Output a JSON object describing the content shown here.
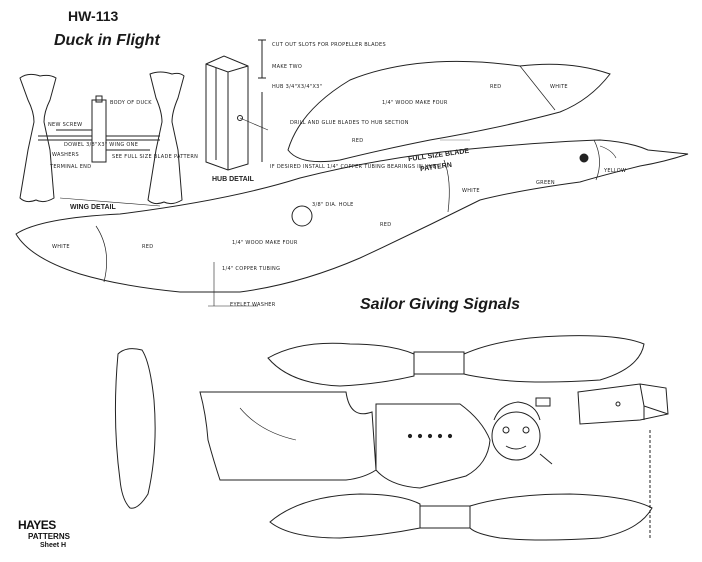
{
  "header": {
    "code": "HW-113",
    "title_duck": "Duck in Flight",
    "title_sailor": "Sailor Giving Signals"
  },
  "labels": {
    "wing_detail": "WING DETAIL",
    "hub_detail": "HUB DETAIL",
    "full_size_blade": "FULL SIZE BLADE",
    "pattern": "PATTERN",
    "new_screw": "NEW SCREW",
    "body_of_duck": "BODY OF DUCK",
    "dowel": "DOWEL 3/8\"X3\" WING ONE",
    "washers": "WASHERS",
    "see_full_size": "SEE FULL SIZE BLADE PATTERN",
    "terminal": "TERMINAL END",
    "cut_out_slots": "CUT OUT SLOTS FOR PROPELLER BLADES",
    "make_two": "MAKE TWO",
    "hub_size": "HUB 3/4\"X3/4\"X3\"",
    "drill_glue": "DRILL AND GLUE BLADES TO HUB SECTION",
    "if_desired": "IF DESIRED INSTALL 1/4\" COPPER TUBING BEARINGS IN HUB",
    "quarter_wood": "1/4\" WOOD MAKE FOUR",
    "red": "RED",
    "white": "WHITE",
    "green": "GREEN",
    "yellow": "YELLOW",
    "copper": "1/4\" COPPER TUBING",
    "eyelet_washer": "EYELET WASHER",
    "hole_size": "3/8\" DIA. HOLE",
    "brand_name": "HAYES",
    "brand_sub": "PATTERNS",
    "sheet": "Sheet H"
  }
}
